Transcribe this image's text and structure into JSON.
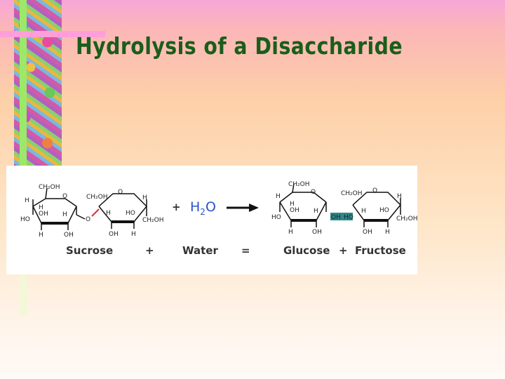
{
  "title": "Hydrolysis of a Disaccharide",
  "labels": {
    "sucrose": "Sucrose",
    "water": "Water",
    "glucose": "Glucose",
    "fructose": "Fructose",
    "plus": "+",
    "equals": "="
  },
  "formula": {
    "water_h": "H",
    "water_sub": "2",
    "water_o": "O"
  },
  "atoms": {
    "ch2oh": "CH2OH",
    "ch2oh_sub": "CH₂OH",
    "oh": "OH",
    "ho": "HO",
    "h": "H",
    "o": "O"
  },
  "colors": {
    "title": "#1a5e1a",
    "water_formula": "#2a55c8",
    "bond_highlight_sucrose": "#e03030",
    "bond_highlight_products": "#2a8a8a"
  }
}
